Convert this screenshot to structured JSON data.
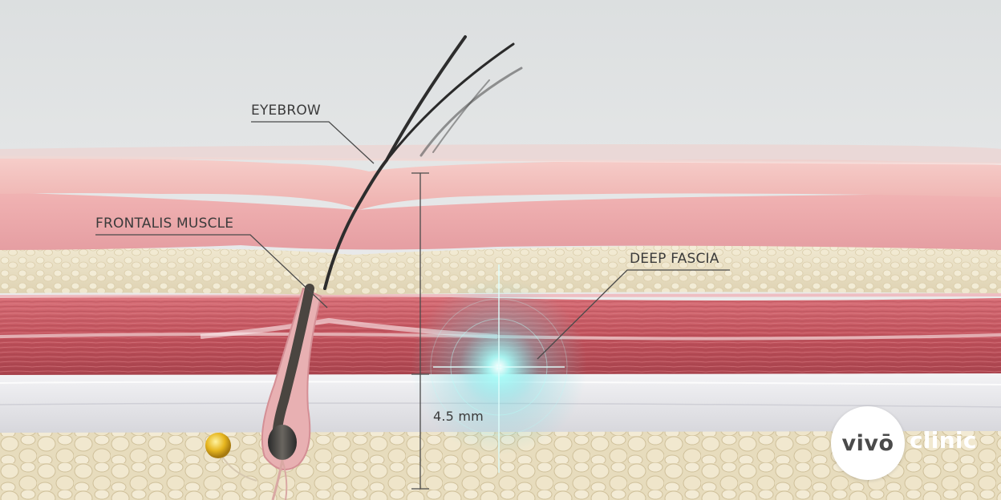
{
  "labels": {
    "eyebrow": "EYEBROW",
    "frontalis_muscle": "FRONTALIS MUSCLE",
    "deep_fascia": "DEEP FASCIA",
    "depth": "4.5 mm"
  },
  "logo": {
    "mark": "vivō",
    "text": "clinic"
  },
  "colors": {
    "background": "#e4e6e7",
    "skin_top": "#f0b7b5",
    "dermis": "#eca6a8",
    "fat": "#e9dfc5",
    "muscle": "#c85a63",
    "fascia": "#e9e9ed",
    "glow": "#8ff2ee",
    "line": "#4a4a4a"
  }
}
